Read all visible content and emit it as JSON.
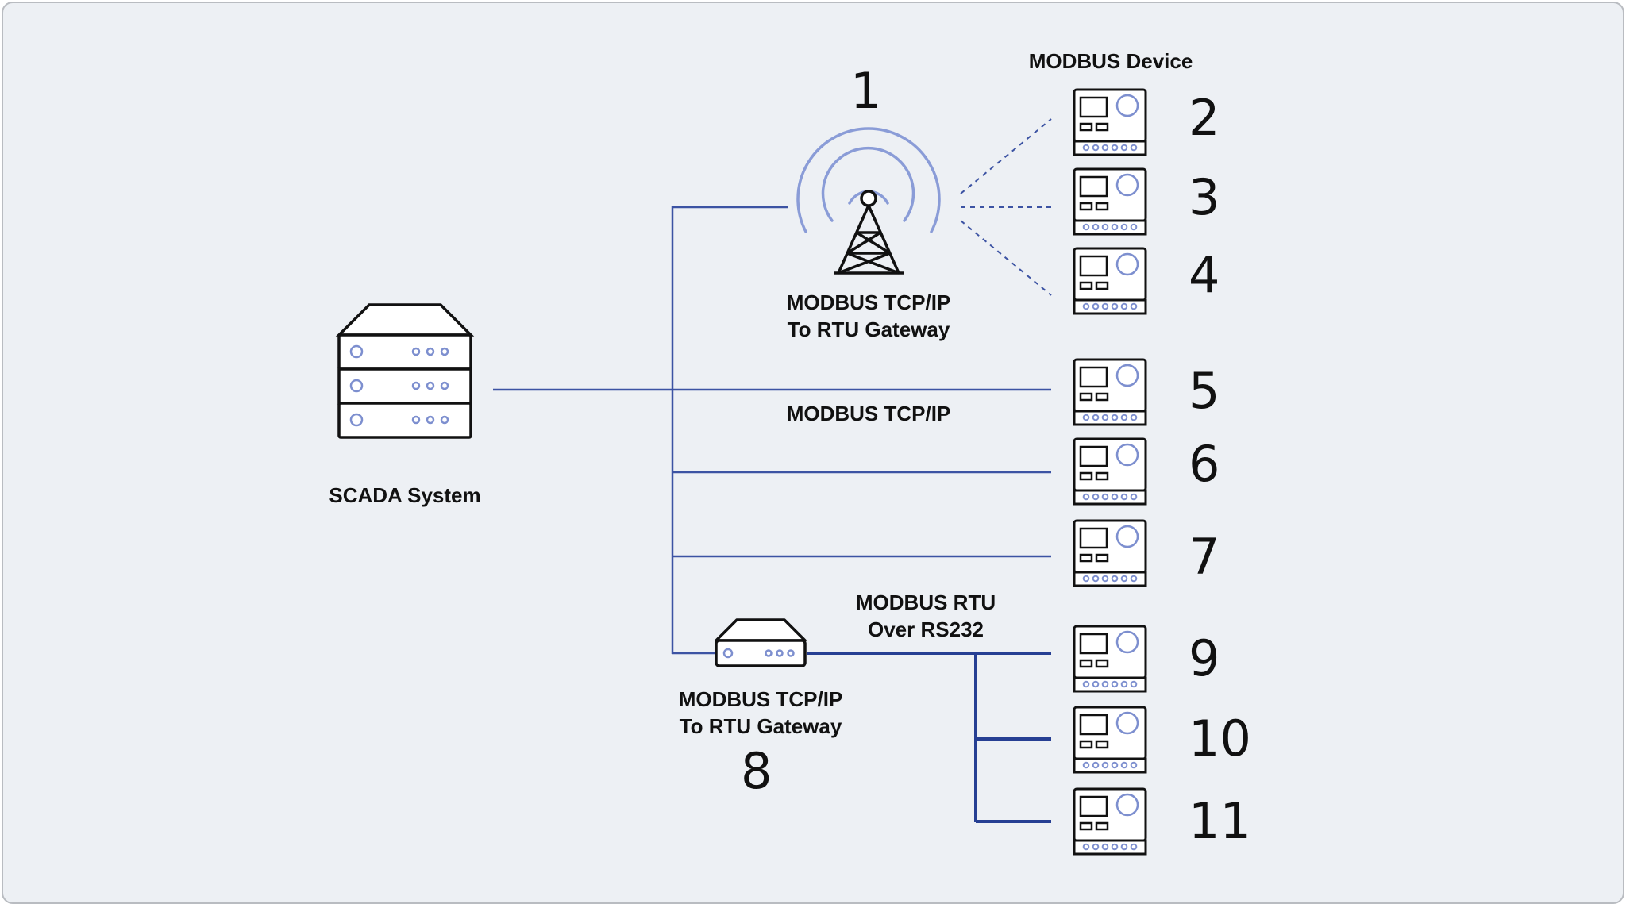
{
  "colors": {
    "background": "#edf0f4",
    "frame_border": "#b9bcc1",
    "link": "#3c53a3",
    "rtu_link": "#263f93",
    "icon_outline": "#111111",
    "icon_accent": "#7d8fcf",
    "signal": "#8a9cd7"
  },
  "labels": {
    "modbus_device": "MODBUS Device",
    "gateway1_line1": "MODBUS TCP/IP",
    "gateway1_line2": "To RTU Gateway",
    "scada": "SCADA System",
    "tcp_ip": "MODBUS TCP/IP",
    "rtu_line1": "MODBUS RTU",
    "rtu_line2": "Over RS232",
    "gateway8_line1": "MODBUS TCP/IP",
    "gateway8_line2": "To RTU Gateway"
  },
  "numbers": {
    "gateway1": "1",
    "gateway8": "8",
    "devices": [
      "2",
      "3",
      "4",
      "5",
      "6",
      "7",
      "9",
      "10",
      "11"
    ]
  },
  "icons": {
    "scada": "server-rack-icon",
    "gateway1": "radio-tower-icon",
    "gateway8": "serial-gateway-icon",
    "device": "modbus-device-icon"
  }
}
